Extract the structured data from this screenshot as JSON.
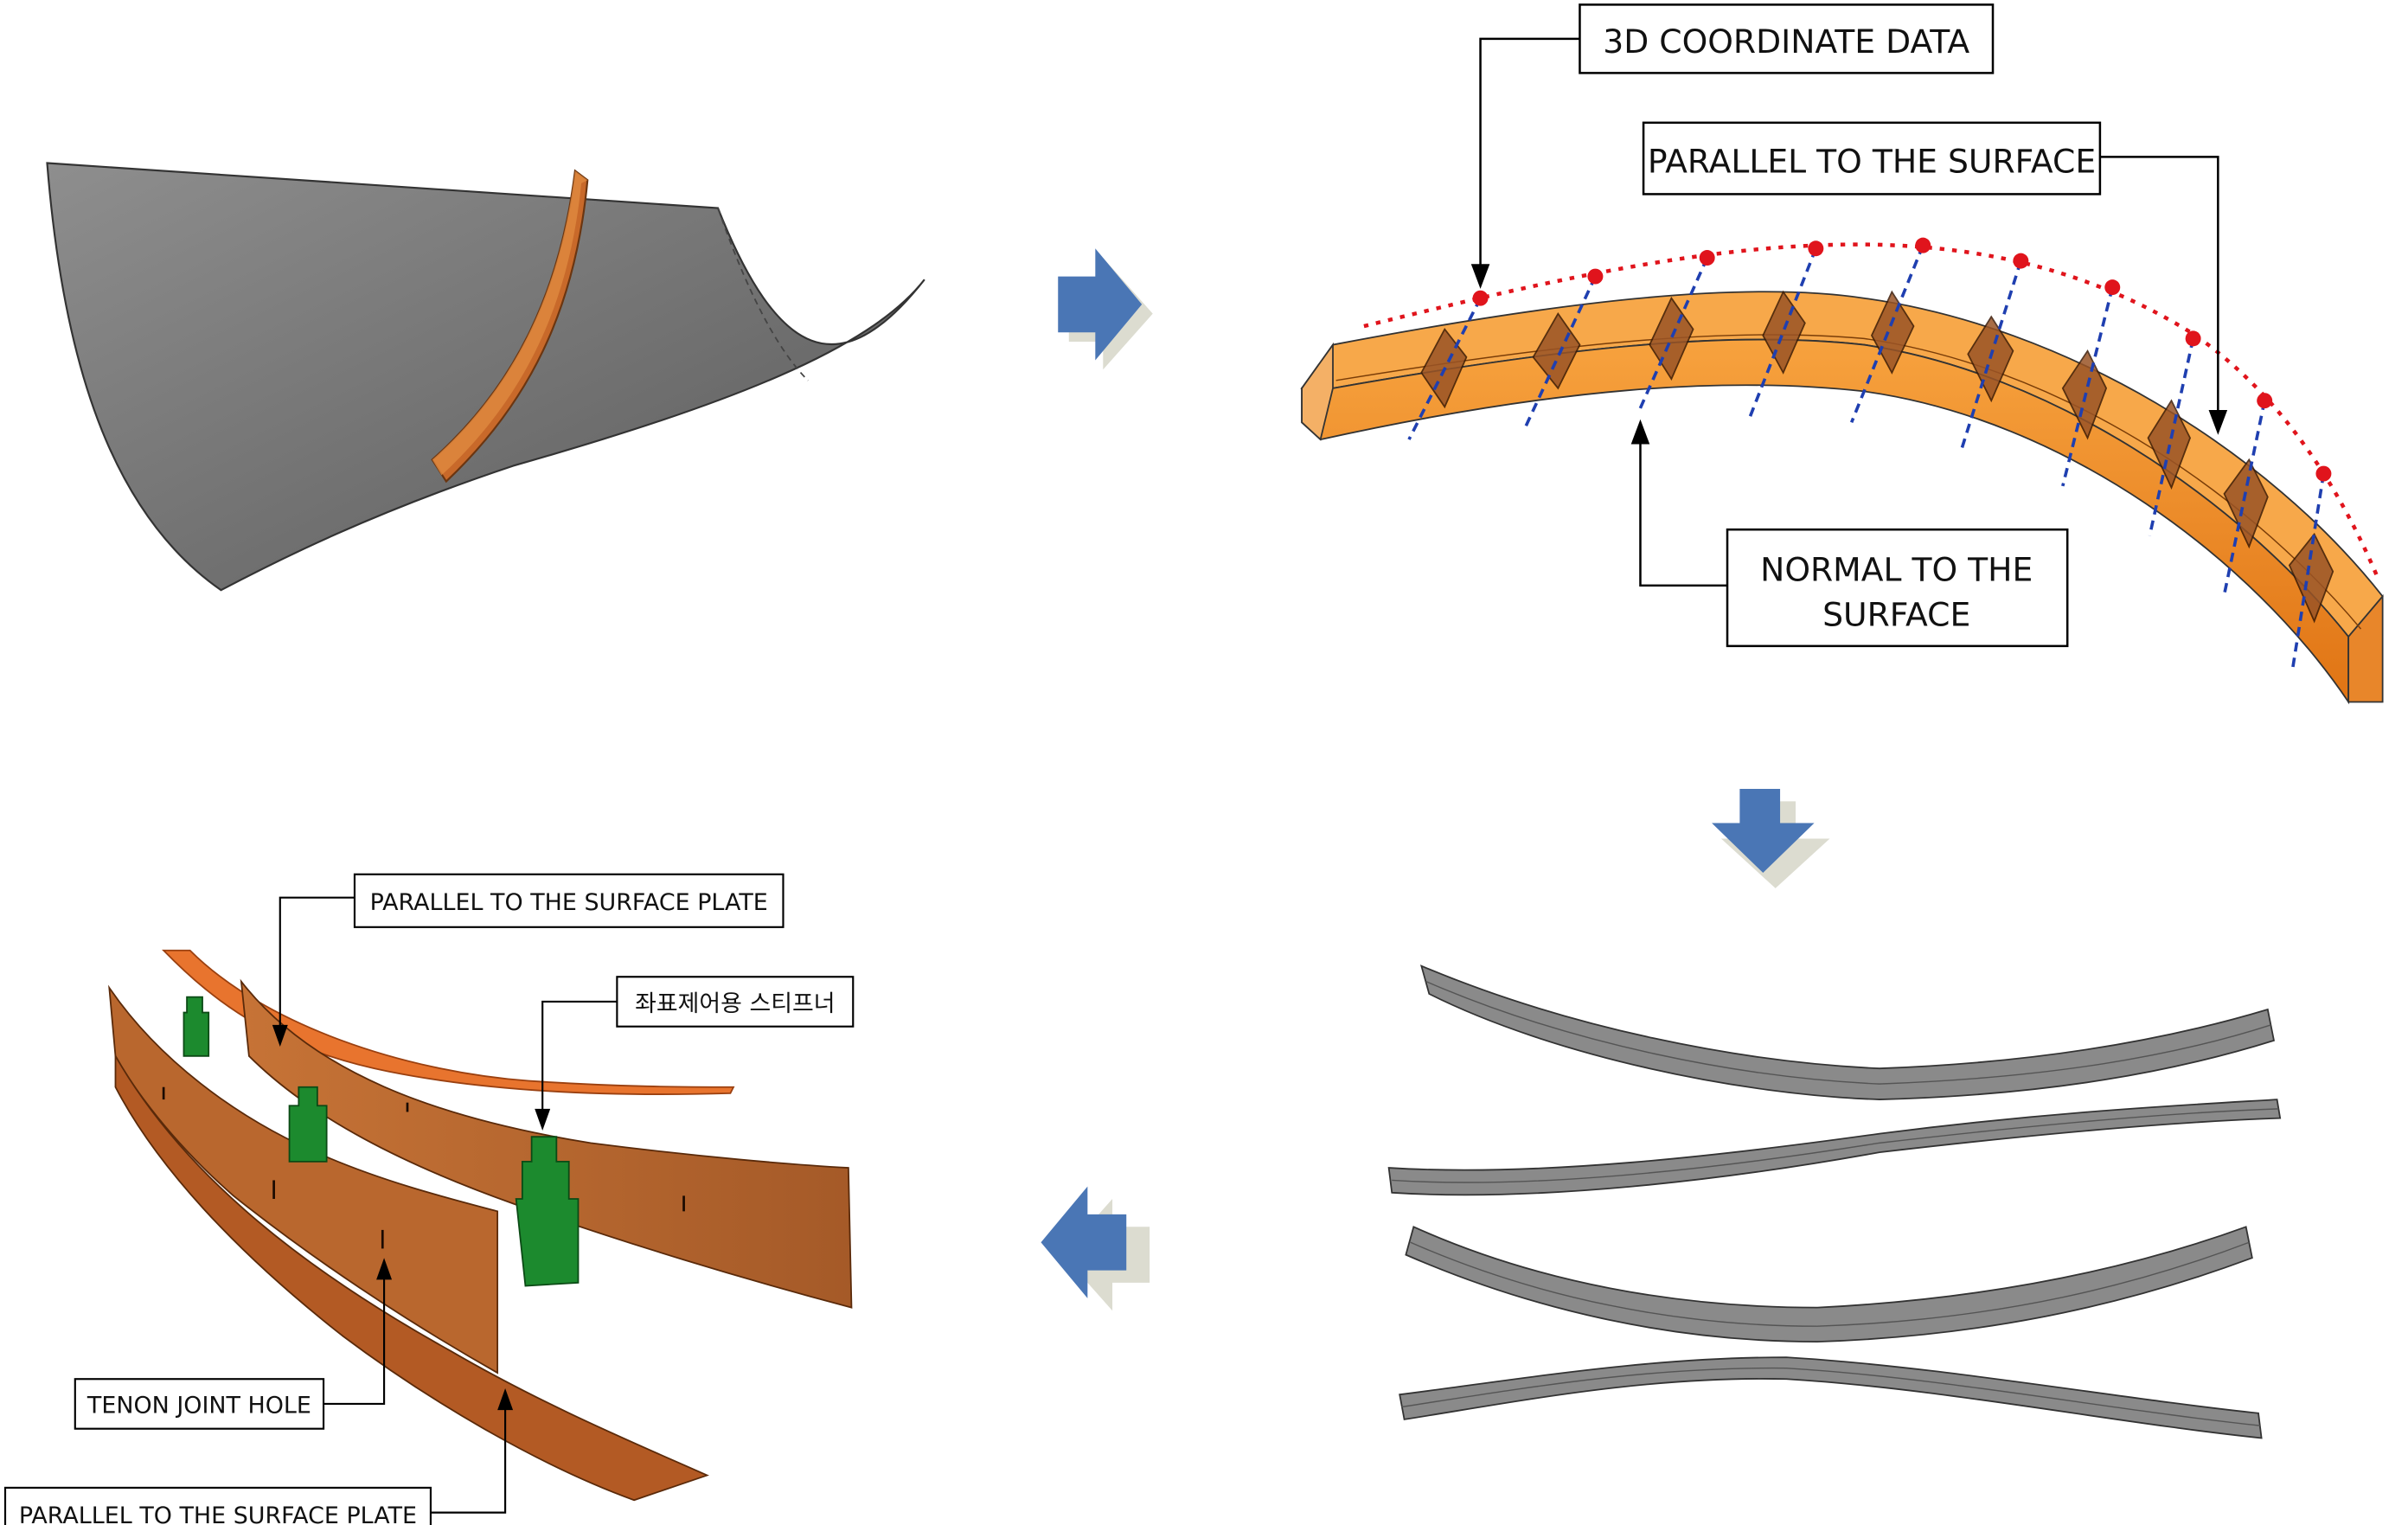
{
  "labels": {
    "coord": "3D COORDINATE DATA",
    "parallel": "PARALLEL TO THE SURFACE",
    "normal_line1": "NORMAL TO THE",
    "normal_line2": "SURFACE",
    "parallel_plate_top": "PARALLEL TO THE SURFACE PLATE",
    "stiffener": "좌표제어용 스티프너",
    "tenon": "TENON JOINT HOLE",
    "parallel_plate_bottom": "PARALLEL TO THE SURFACE PLATE"
  },
  "colors": {
    "surface": "#777777",
    "member_orange": "#f28a1e",
    "rib_brown": "#b5652e",
    "plate_orange": "#e8742e",
    "stiffener_green": "#1c8a2e",
    "arrow_blue": "#4a76b5",
    "coord_red": "#e0141c",
    "normal_blue": "#1f3fb0",
    "gray_member": "#8a8a8a"
  },
  "icons": [
    "flow-arrow-right-icon",
    "flow-arrow-down-icon",
    "flow-arrow-left-icon"
  ]
}
